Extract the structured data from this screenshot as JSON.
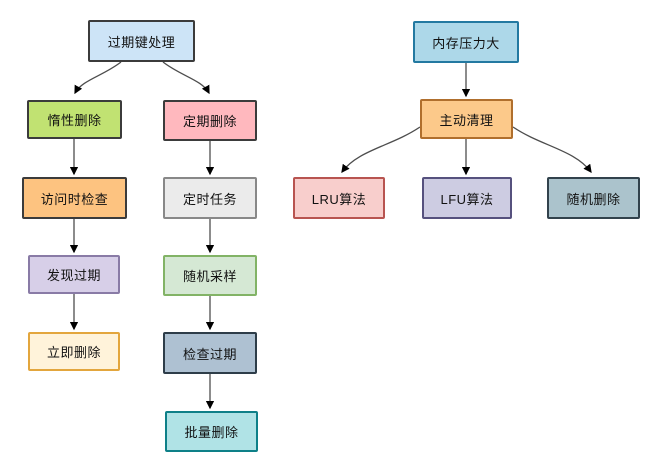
{
  "diagram": {
    "title": "redis-expiry-and-eviction-flowchart",
    "background": "#ffffff",
    "edge_line_color": "#4d4d4d",
    "arrowhead_color": "#000000",
    "nodes": {
      "expired_key_handling": {
        "label": "过期键处理",
        "fill": "#cde4f7",
        "border": "#3b3b3b"
      },
      "lazy_deletion": {
        "label": "惰性删除",
        "fill": "#c1e272",
        "border": "#3b3b3b"
      },
      "check_on_access": {
        "label": "访问时检查",
        "fill": "#fdc380",
        "border": "#3b3b3b"
      },
      "found_expired": {
        "label": "发现过期",
        "fill": "#d7cfe8",
        "border": "#897ba6"
      },
      "delete_immediately": {
        "label": "立即删除",
        "fill": "#fff3da",
        "border": "#e3a63d"
      },
      "periodic_deletion": {
        "label": "定期删除",
        "fill": "#ffb8be",
        "border": "#3b3b3b"
      },
      "scheduled_task": {
        "label": "定时任务",
        "fill": "#ebebeb",
        "border": "#888888"
      },
      "random_sampling": {
        "label": "随机采样",
        "fill": "#d5e8d4",
        "border": "#82b366"
      },
      "check_expiry": {
        "label": "检查过期",
        "fill": "#aec1d2",
        "border": "#2e3d49"
      },
      "batch_delete": {
        "label": "批量删除",
        "fill": "#b0e3e6",
        "border": "#0e8088"
      },
      "memory_pressure": {
        "label": "内存压力大",
        "fill": "#add8e9",
        "border": "#2379a1"
      },
      "active_cleanup": {
        "label": "主动清理",
        "fill": "#fcc98a",
        "border": "#b06f2d"
      },
      "lru_algorithm": {
        "label": "LRU算法",
        "fill": "#f8cecc",
        "border": "#b85450"
      },
      "lfu_algorithm": {
        "label": "LFU算法",
        "fill": "#cdcce2",
        "border": "#56517e"
      },
      "random_delete": {
        "label": "随机删除",
        "fill": "#abc3cc",
        "border": "#32424c"
      }
    },
    "edges": [
      {
        "from": "expired_key_handling",
        "to": "lazy_deletion"
      },
      {
        "from": "expired_key_handling",
        "to": "periodic_deletion"
      },
      {
        "from": "lazy_deletion",
        "to": "check_on_access"
      },
      {
        "from": "check_on_access",
        "to": "found_expired"
      },
      {
        "from": "found_expired",
        "to": "delete_immediately"
      },
      {
        "from": "periodic_deletion",
        "to": "scheduled_task"
      },
      {
        "from": "scheduled_task",
        "to": "random_sampling"
      },
      {
        "from": "random_sampling",
        "to": "check_expiry"
      },
      {
        "from": "check_expiry",
        "to": "batch_delete"
      },
      {
        "from": "memory_pressure",
        "to": "active_cleanup"
      },
      {
        "from": "active_cleanup",
        "to": "lru_algorithm"
      },
      {
        "from": "active_cleanup",
        "to": "lfu_algorithm"
      },
      {
        "from": "active_cleanup",
        "to": "random_delete"
      }
    ]
  }
}
